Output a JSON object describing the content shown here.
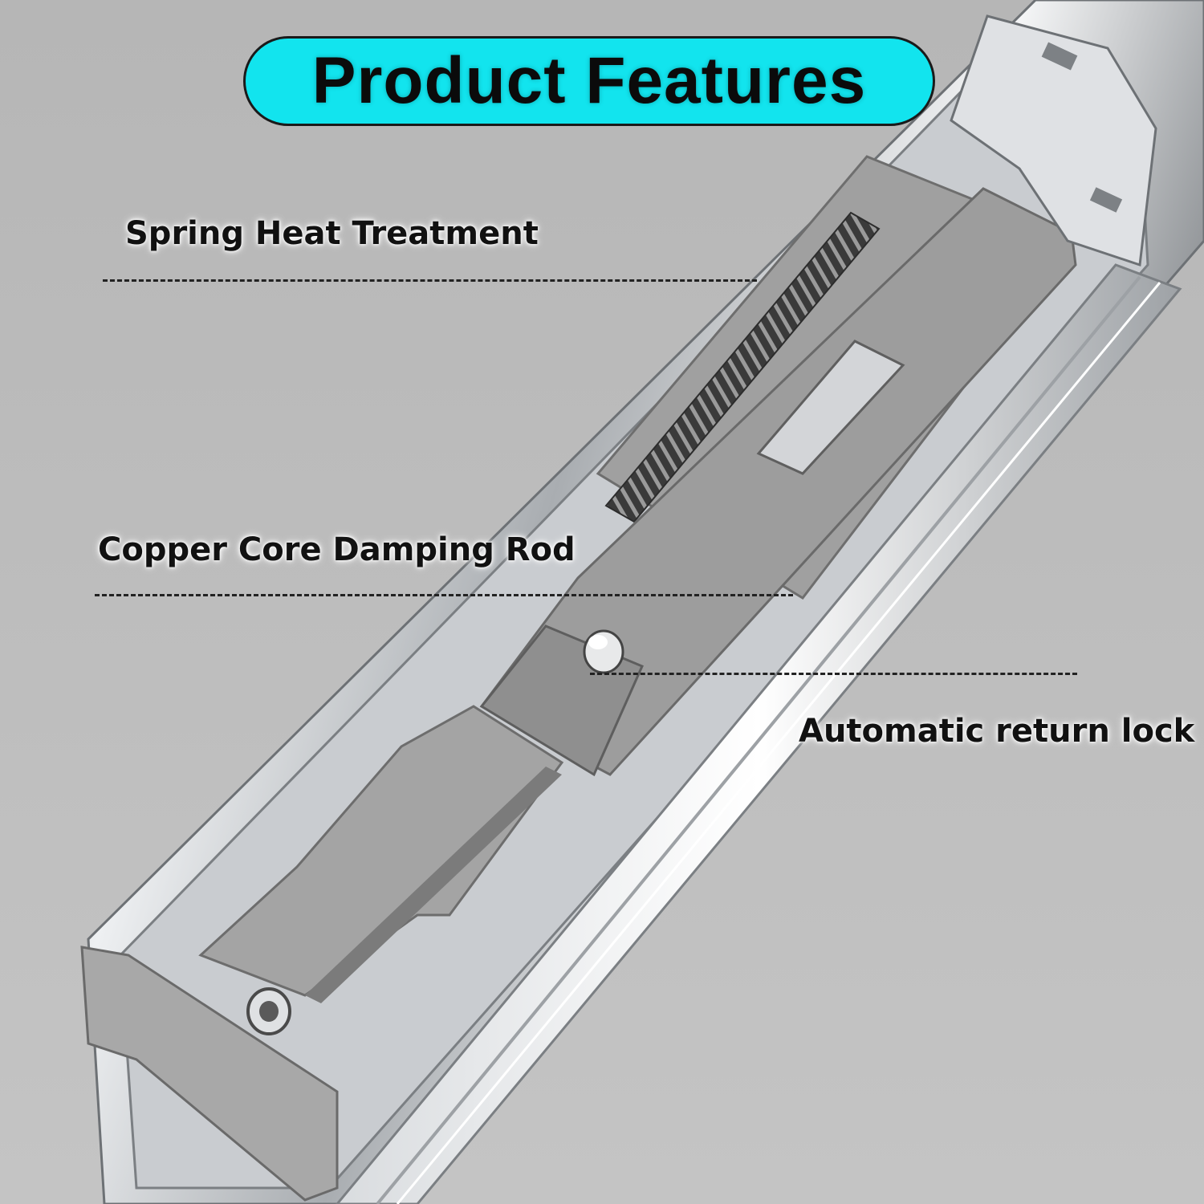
{
  "title": "Product Features",
  "features": [
    {
      "label": "Spring Heat Treatment"
    },
    {
      "label": "Copper Core Damping Rod"
    },
    {
      "label": "Automatic return lock"
    }
  ],
  "colors": {
    "background": "#b9b9b9",
    "title_pill": "#12e4ee",
    "rail_steel": "#d8dadc",
    "plastic_part": "#9a9a9a"
  },
  "icons": [
    "drawer-slide-rail-image"
  ]
}
